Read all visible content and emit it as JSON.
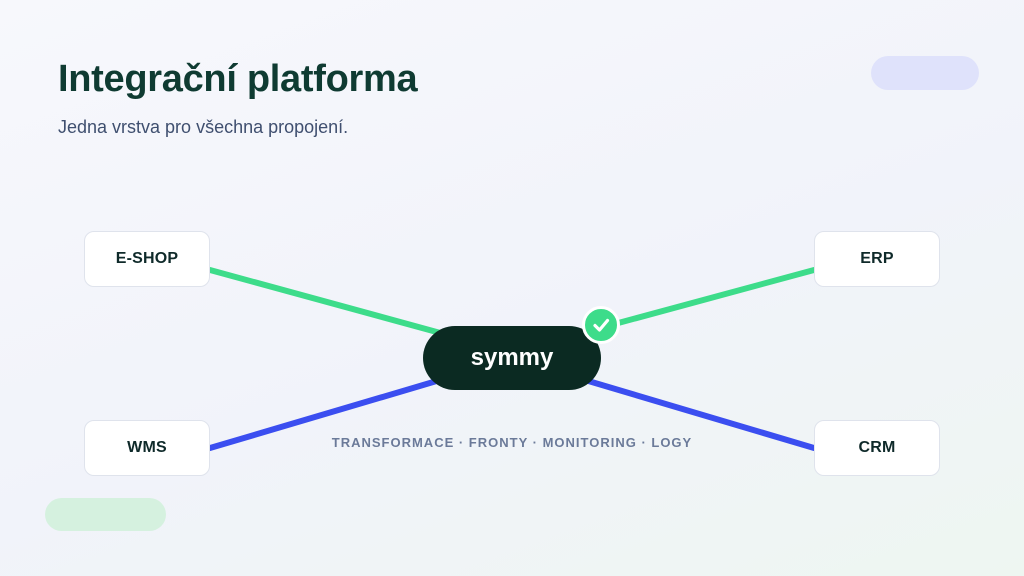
{
  "title": "Integrační platforma",
  "subtitle": "Jedna vrstva pro všechna propojení.",
  "hub": {
    "label": "symmy",
    "status_icon": "check-icon"
  },
  "nodes": {
    "eshop": "E-SHOP",
    "erp": "ERP",
    "wms": "WMS",
    "crm": "CRM"
  },
  "caption": "TRANSFORMACE · FRONTY · MONITORING · LOGY",
  "colors": {
    "title": "#0f3b32",
    "hub_bg": "#0b2a22",
    "green_link": "#3ddc8a",
    "blue_link": "#3b4ef0",
    "caption": "#6b7a99",
    "pill_top": "#dfe2fb",
    "pill_bottom": "#d5f1df"
  }
}
